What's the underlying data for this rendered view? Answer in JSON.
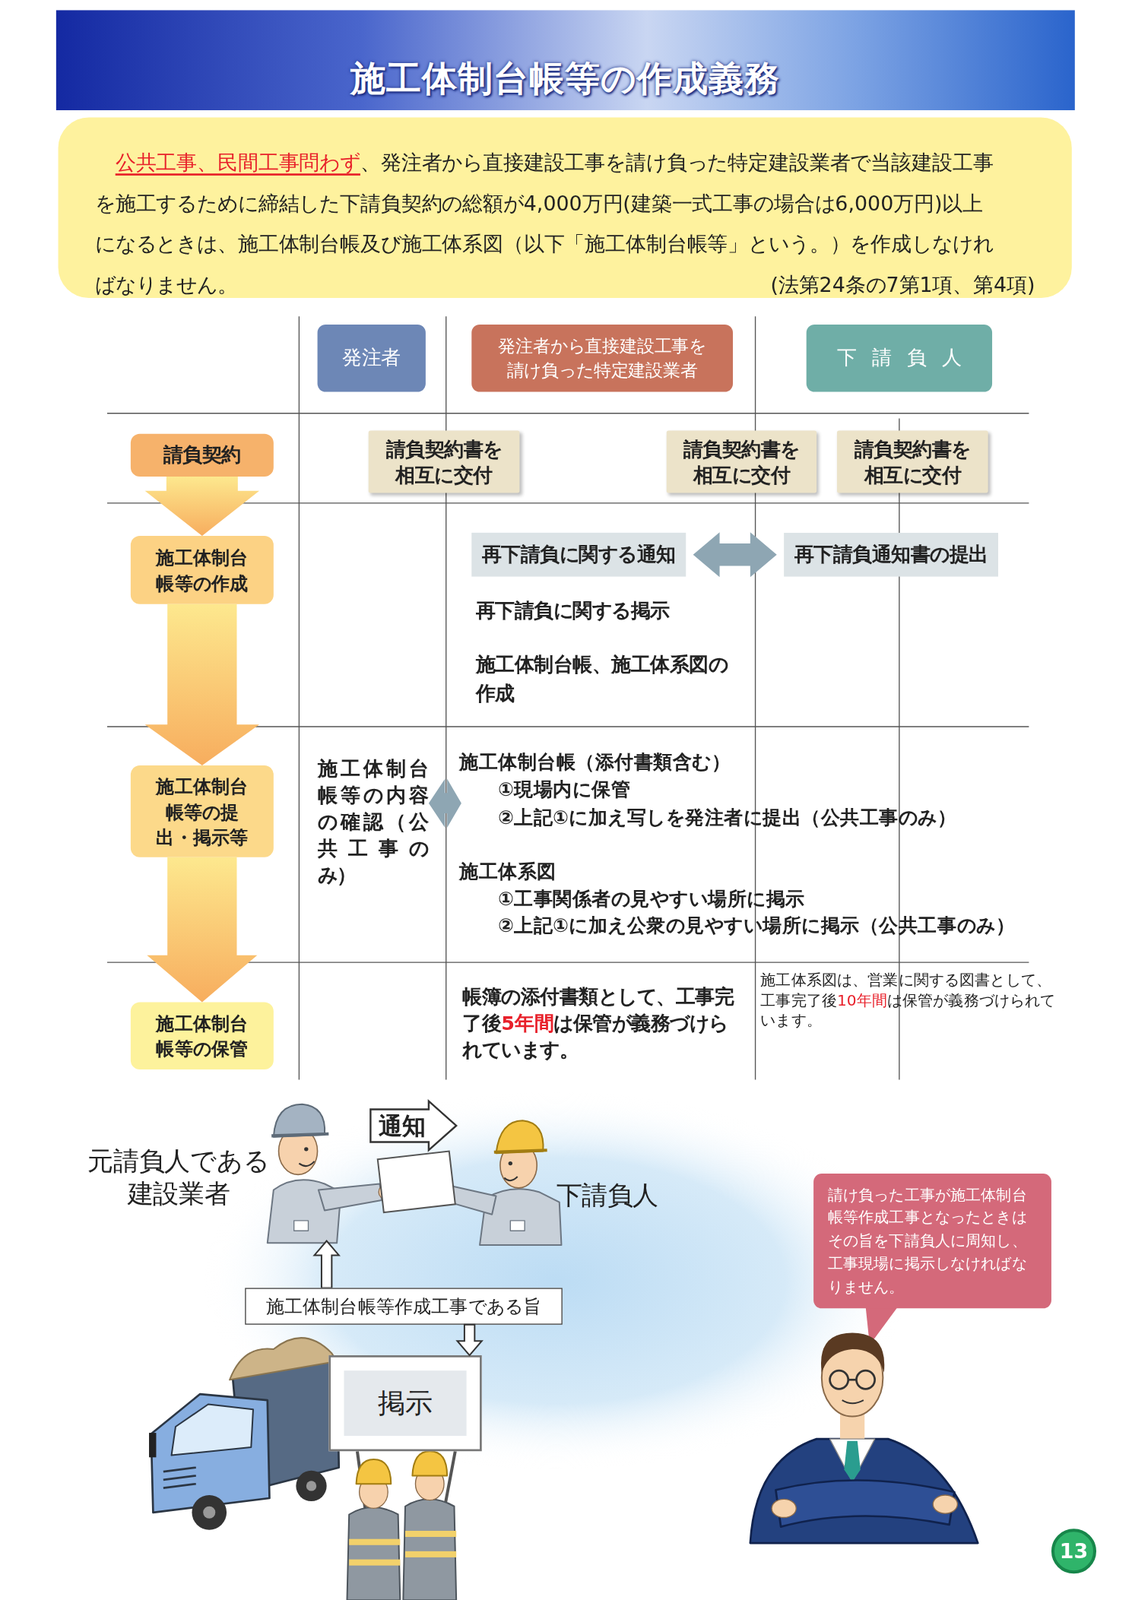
{
  "diagram": {
    "title": "施工体制台帳等の作成義務",
    "nodes": [
      {
        "text": [
          "公共工事、民間工事問わず",
          "、発注者から直接建設工事を請け負った特定建設業者で当該建設工事を施工するために締結した下請負契約の総額が4,000万円(建築一式工事の場合は6,000万円)以上になるときは、施工体制台帳及び施工体系図（以下「施工体制台帳等」という。）を作成しなければなりません。",
          "(法第24条の7第1項、第4項)"
        ]
      },
      {
        "text": [
          "発注者"
        ]
      },
      {
        "text": [
          "発注者から直接建設工事を請け負った特定建設業者"
        ]
      },
      {
        "text": [
          "下請負人"
        ]
      },
      {
        "text": [
          "請負契約"
        ]
      },
      {
        "text": [
          "請負契約書を相互に交付"
        ]
      },
      {
        "text": [
          "請負契約書を相互に交付"
        ]
      },
      {
        "text": [
          "請負契約書を相互に交付"
        ]
      },
      {
        "text": [
          "施工体制台帳等の作成"
        ]
      },
      {
        "text": [
          "再下請負に関する通知"
        ]
      },
      {
        "text": [
          "再下請負通知書の提出"
        ]
      },
      {
        "text": [
          "施工体制台帳等の提出・掲示等"
        ]
      },
      {
        "text": [
          "施工体制台帳等の保管"
        ]
      },
      {
        "text": [
          "通知"
        ]
      },
      {
        "text": [
          "施工体制台帳等作成工事である旨"
        ]
      },
      {
        "text": [
          "掲示"
        ]
      },
      {
        "text": [
          "請け負った工事が施工体制台帳等作成工事となったときはその旨を下請負人に周知し、工事現場に掲示しなければなりません。"
        ]
      },
      {
        "text": [
          "13"
        ]
      }
    ],
    "edges": [
      {
        "from": 4,
        "to": 8,
        "arrow": "to"
      },
      {
        "from": 8,
        "to": 11,
        "arrow": "to"
      },
      {
        "from": 11,
        "to": 12,
        "arrow": "to"
      },
      {
        "from": 9,
        "to": 10,
        "arrow": "both"
      },
      {
        "from": 14,
        "to": 15,
        "arrow": "to"
      }
    ],
    "labels": [
      "再下請負に関する掲示",
      "施工体制台帳、施工体系図の作成",
      "施工体制台帳等の内容の確認（公共工事のみ）",
      "施工体制台帳（添付書類含む）",
      "①現場内に保管",
      "②上記①に加え写しを発注者に提出（公共工事のみ）",
      "施工体系図",
      "①工事関係者の見やすい場所に掲示",
      "②上記①に加え公衆の見やすい場所に掲示（公共工事のみ）",
      "帳簿の添付書類として、工事完了後",
      "5年間",
      "は保管が義務づけられています。",
      "施工体系図は、営業に関する図書として、工事完了後",
      "10年間",
      "は保管が義務づけられています。",
      "元請負人である建設業者",
      "下請負人"
    ]
  }
}
